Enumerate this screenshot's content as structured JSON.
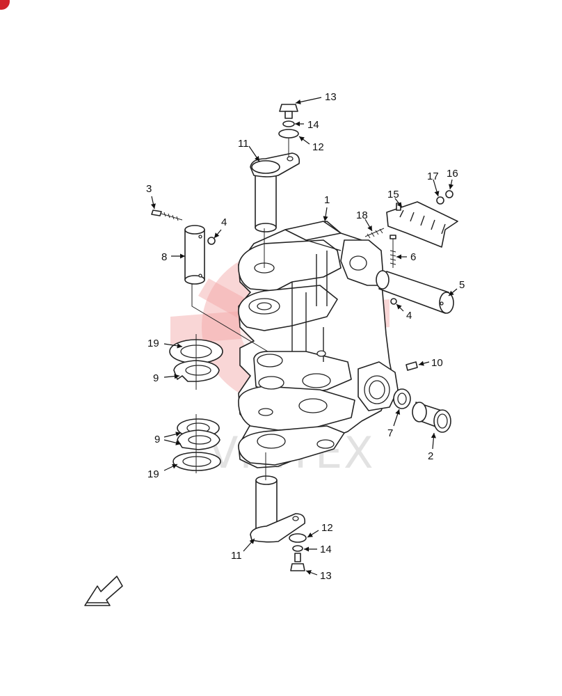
{
  "watermark": {
    "text": "VINTEX",
    "color": "#e8393f"
  },
  "arrow_icon": "direction-arrow-icon",
  "callouts": {
    "c1": "1",
    "c2": "2",
    "c3": "3",
    "c4a": "4",
    "c4b": "4",
    "c5": "5",
    "c6": "6",
    "c7": "7",
    "c8": "8",
    "c9a": "9",
    "c9b": "9",
    "c10": "10",
    "c11a": "11",
    "c11b": "11",
    "c12a": "12",
    "c12b": "12",
    "c13a": "13",
    "c13b": "13",
    "c14a": "14",
    "c14b": "14",
    "c15": "15",
    "c16": "16",
    "c17": "17",
    "c18": "18",
    "c19a": "19",
    "c19b": "19"
  }
}
